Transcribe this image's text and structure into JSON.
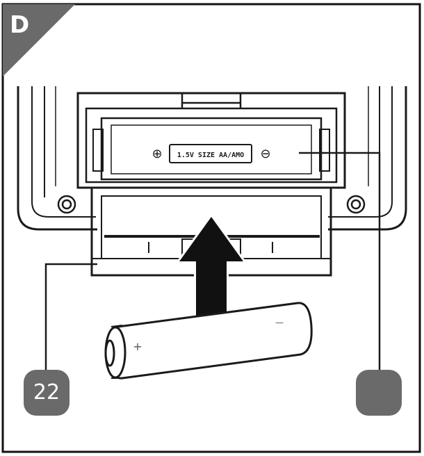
{
  "step": {
    "letter": "D"
  },
  "compartment": {
    "plus_symbol": "⊕",
    "minus_symbol": "⊖",
    "label": "1.5V SIZE AA/AMO"
  },
  "battery": {
    "plus_mark": "+",
    "minus_mark": "—"
  },
  "callouts": [
    {
      "label": "22"
    },
    {
      "label": ""
    }
  ],
  "colors": {
    "badge": "#6a6a6a",
    "line": "#1a1a1a",
    "arrow": "#111111",
    "panel_fill": "#ffffff"
  },
  "icons": {
    "arrow": "up-arrow-icon",
    "screw": "screw-icon"
  }
}
